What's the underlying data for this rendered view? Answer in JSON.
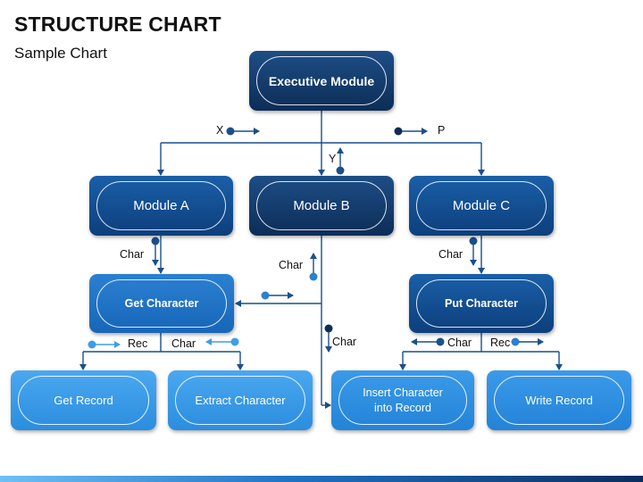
{
  "header": {
    "title": "STRUCTURE CHART",
    "subtitle": "Sample Chart"
  },
  "modules": {
    "executive": "Executive Module",
    "module_a": "Module A",
    "module_b": "Module B",
    "module_c": "Module C",
    "get_character": "Get Character",
    "put_character": "Put Character",
    "get_record": "Get Record",
    "extract_character": "Extract Character",
    "insert_character_line1": "Insert Character",
    "insert_character_line2": "into Record",
    "write_record": "Write Record"
  },
  "flows": {
    "x": "X",
    "p": "P",
    "y": "Y",
    "char_a": "Char",
    "char_b": "Char",
    "char_c": "Char",
    "char_b_down": "Char",
    "rec_left": "Rec",
    "char_left": "Char",
    "char_right": "Char",
    "rec_right": "Rec"
  },
  "colors": {
    "connector": "#1b4f8a",
    "arrow": "#1b4f8a",
    "flag_light": "#3f9de8"
  }
}
